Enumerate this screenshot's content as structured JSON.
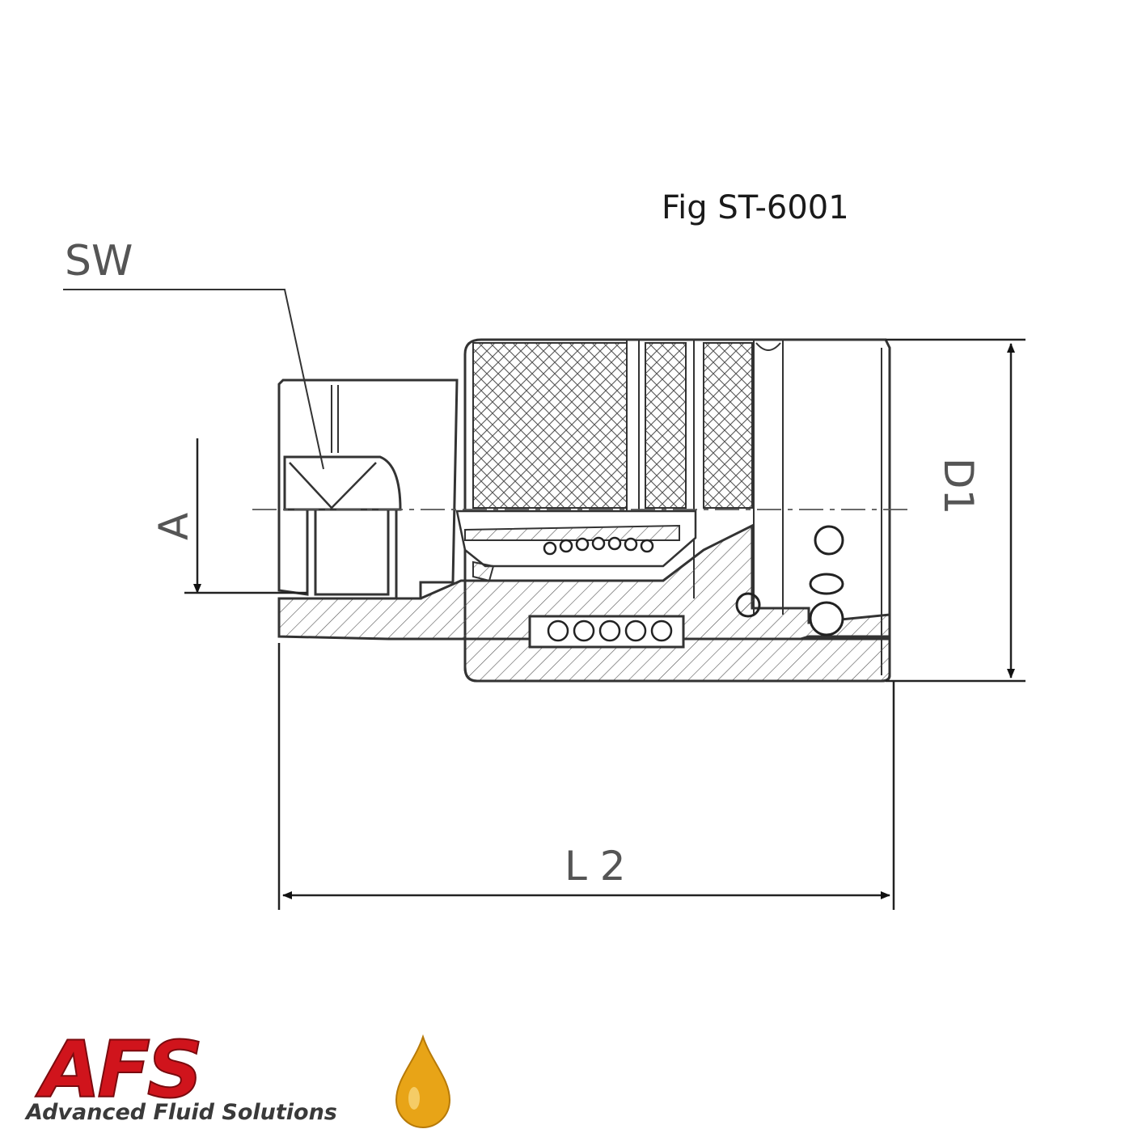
{
  "figure": {
    "title": "Fig ST-6001"
  },
  "dimensions": {
    "sw": "SW",
    "a": "A",
    "d1": "D1",
    "l2": "L 2"
  },
  "logo": {
    "letters": "AFS",
    "tagline": "Advanced Fluid Solutions",
    "icon": "oil-drop-icon",
    "colors": {
      "red": "#d0141c",
      "gold": "#e8a417"
    }
  }
}
